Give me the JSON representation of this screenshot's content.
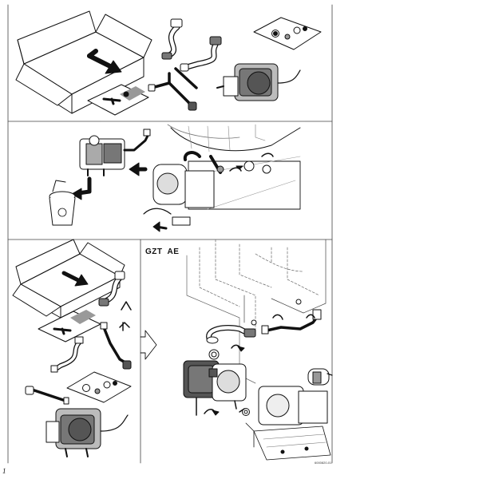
{
  "panels": {
    "variant_label_gzt": "GZT",
    "variant_label_ae": "AE"
  },
  "figure": {
    "number": "1",
    "code": "6000820-01"
  },
  "colors": {
    "line": "#111111",
    "frame": "#444444",
    "fill_light": "#f4f4f4",
    "fill_mid": "#bdbdbd",
    "fill_dark": "#555555",
    "dashed": "#666666"
  }
}
